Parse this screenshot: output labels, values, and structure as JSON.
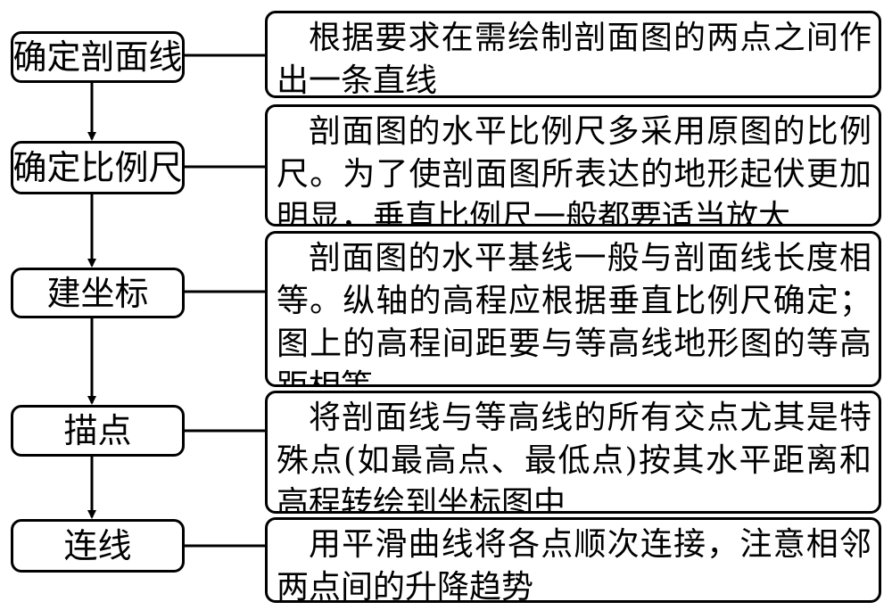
{
  "steps": [
    {
      "label": "确定剖面线",
      "desc": "根据要求在需绘制剖面图的两点之间作出一条直线"
    },
    {
      "label": "确定比例尺",
      "desc": "剖面图的水平比例尺多采用原图的比例尺。为了使剖面图所表达的地形起伏更加明显，垂直比例尺一般都要适当放大"
    },
    {
      "label": "建坐标",
      "desc": "剖面图的水平基线一般与剖面线长度相等。纵轴的高程应根据垂直比例尺确定；图上的高程间距要与等高线地形图的等高距相等"
    },
    {
      "label": "描点",
      "desc": "将剖面线与等高线的所有交点尤其是特殊点(如最高点、最低点)按其水平距离和高程转绘到坐标图中"
    },
    {
      "label": "连线",
      "desc": "用平滑曲线将各点顺次连接，注意相邻两点间的升降趋势"
    }
  ]
}
